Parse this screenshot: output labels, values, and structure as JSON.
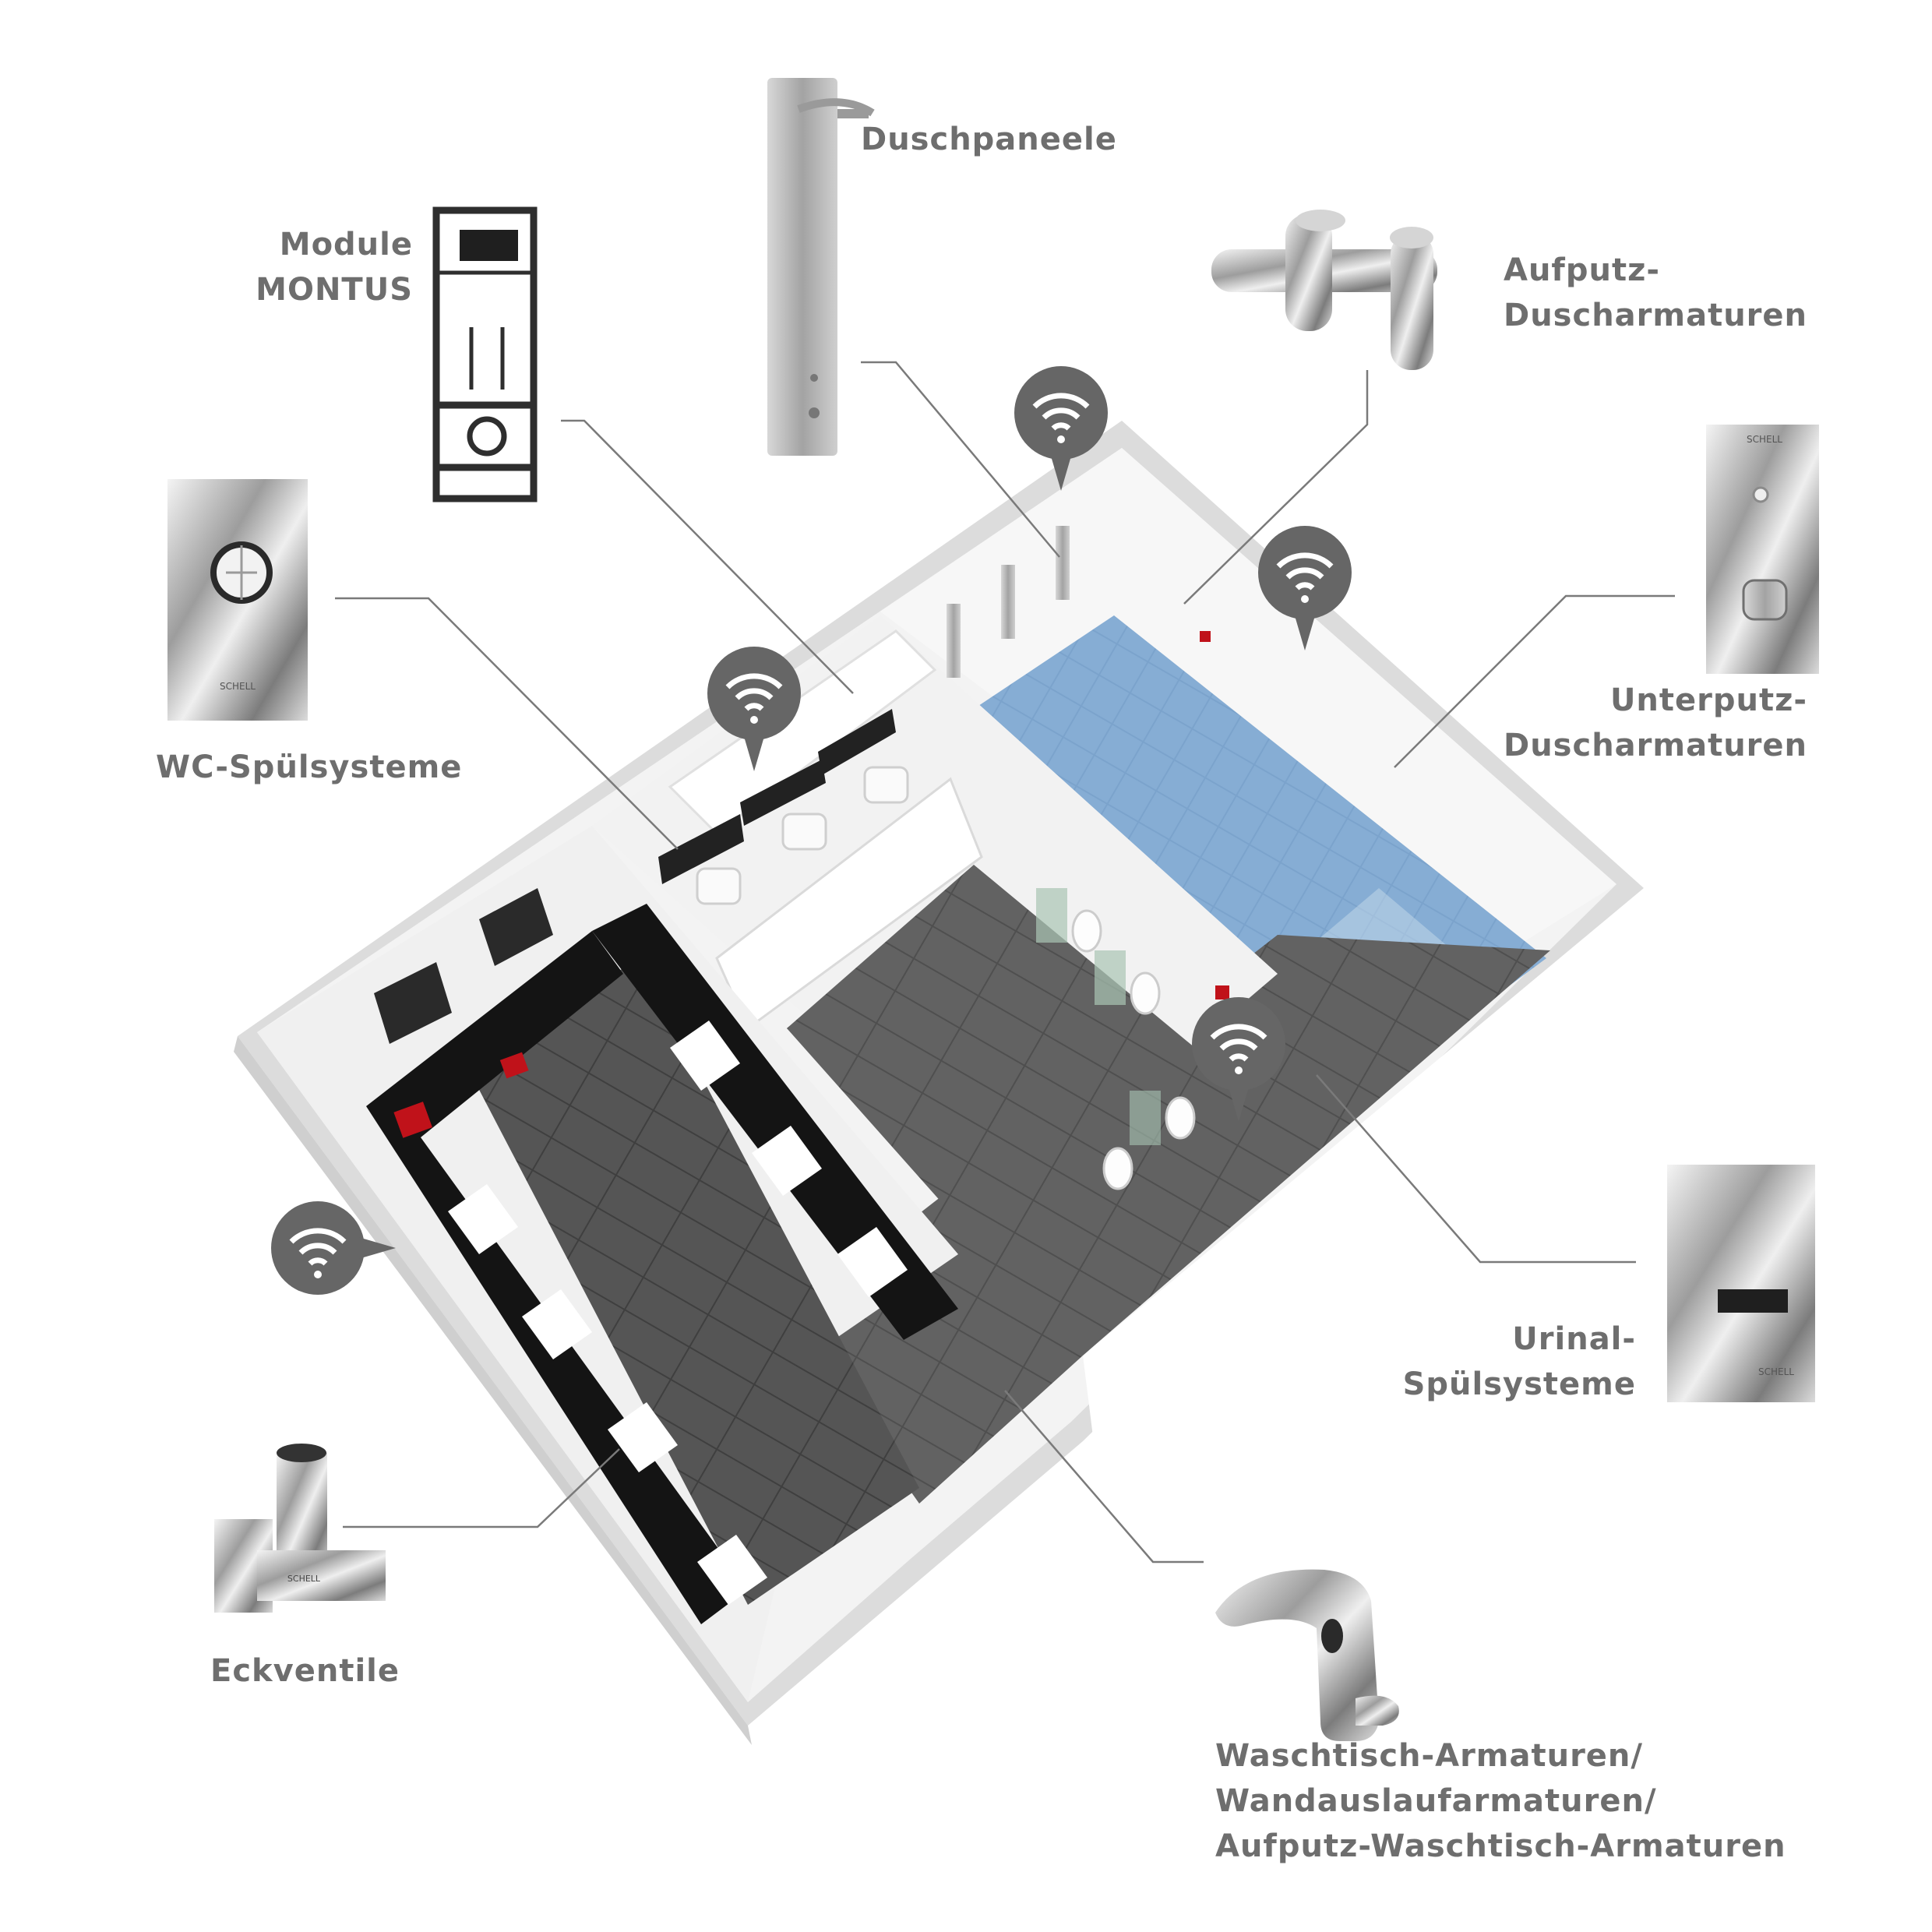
{
  "labels": {
    "duschpaneele": [
      "Duschpaneele"
    ],
    "module_montus": [
      "Module",
      "MONTUS"
    ],
    "aufputz_duscharmaturen": [
      "Aufputz-",
      "Duscharmaturen"
    ],
    "wc_spuelsysteme": [
      "WC-Spülsysteme"
    ],
    "unterputz_duscharmaturen": [
      "Unterputz-",
      "Duscharmaturen"
    ],
    "urinal_spuelsysteme": [
      "Urinal-",
      "Spülsysteme"
    ],
    "eckventile": [
      "Eckventile"
    ],
    "waschtisch_armaturen": [
      "Waschtisch-Armaturen/",
      "Wandauslaufarmaturen/",
      "Aufputz-Waschtisch-Armaturen"
    ]
  },
  "brand_mark": "SCHELL",
  "colors": {
    "label_text": "#6e6e6e",
    "wifi_badge": "#666666",
    "leader_line": "#7a7a7a",
    "shower_tiles": "#7fa6cc",
    "floor_tiles": "#5d5d5d",
    "vanity_top": "#1a1a1a",
    "accent_red": "#c0121a"
  },
  "icons": [
    "wifi-icon",
    "duschpaneel-icon",
    "montus-module-icon",
    "aufputz-armatur-icon",
    "wc-plate-icon",
    "unterputz-plate-icon",
    "urinal-plate-icon",
    "eckventil-icon",
    "waschtisch-armatur-icon"
  ]
}
